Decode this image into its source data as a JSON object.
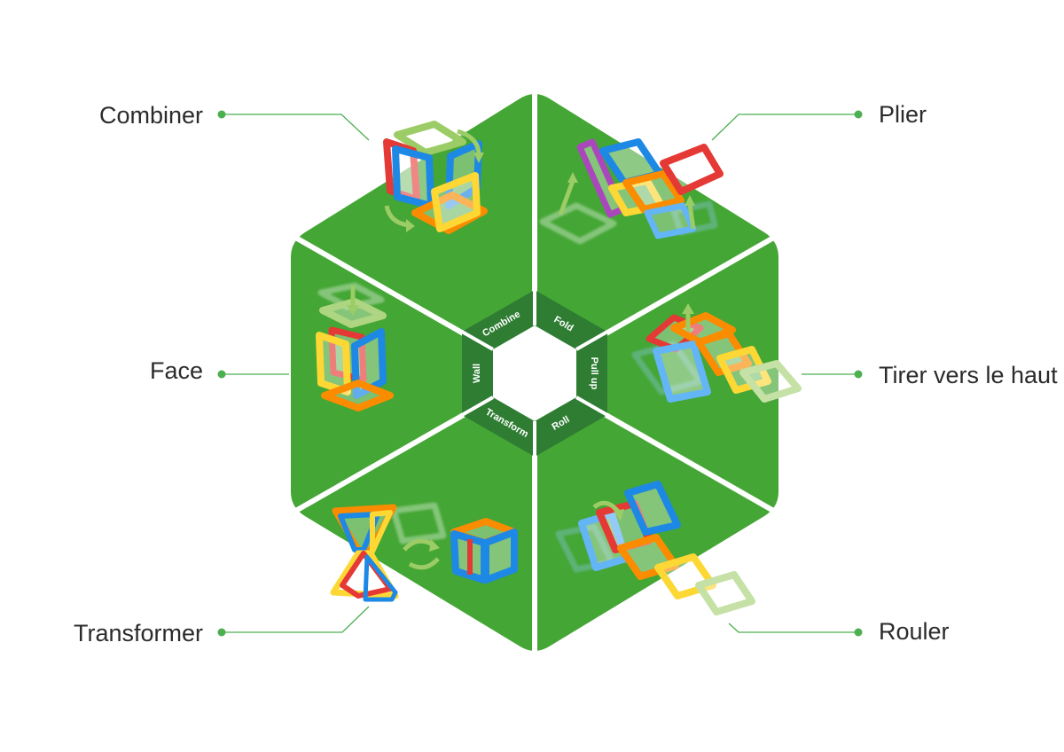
{
  "colors": {
    "hexagon_green": "#44A634",
    "inner_ring_green": "#2E7D32",
    "divider": "#ffffff",
    "leader_green": "#4CAF50",
    "label_text": "#2b2b2b"
  },
  "inner_ring": [
    {
      "id": "combine",
      "label": "Combine"
    },
    {
      "id": "fold",
      "label": "Fold"
    },
    {
      "id": "pullup",
      "label": "Pull up"
    },
    {
      "id": "roll",
      "label": "Roll"
    },
    {
      "id": "transform",
      "label": "Transform"
    },
    {
      "id": "wall",
      "label": "Wall"
    }
  ],
  "callouts": [
    {
      "id": "combiner",
      "label": "Combiner"
    },
    {
      "id": "plier",
      "label": "Plier"
    },
    {
      "id": "face",
      "label": "Face"
    },
    {
      "id": "tirer",
      "label": "Tirer vers le haut"
    },
    {
      "id": "transformer",
      "label": "Transformer"
    },
    {
      "id": "rouler",
      "label": "Rouler"
    }
  ],
  "illustrations": [
    {
      "id": "combine",
      "icon": "magnetic-cube-combine-icon"
    },
    {
      "id": "fold",
      "icon": "magnetic-tiles-fold-icon"
    },
    {
      "id": "wall",
      "icon": "magnetic-cube-stack-icon"
    },
    {
      "id": "pullup",
      "icon": "magnetic-tiles-pull-up-icon"
    },
    {
      "id": "transform",
      "icon": "magnetic-tiles-transform-icon"
    },
    {
      "id": "roll",
      "icon": "magnetic-tiles-roll-icon"
    }
  ]
}
